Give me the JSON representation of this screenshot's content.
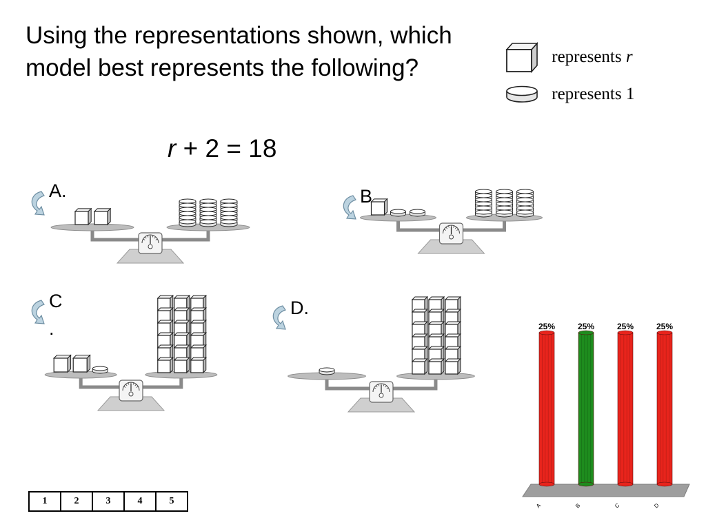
{
  "question": {
    "text": "Using the representations shown, which model best represents the following?",
    "eq_var": "r",
    "eq_rest": " + 2 = 18"
  },
  "legend": [
    {
      "icon": "cube-icon",
      "text": "represents",
      "var": "r"
    },
    {
      "icon": "disc-icon",
      "text": "represents 1",
      "var": ""
    }
  ],
  "choices": [
    {
      "label": "A.",
      "cubes_left": 2,
      "discs_left": 0,
      "stacks_right": 3,
      "right_item": "disc"
    },
    {
      "label": "B.",
      "cubes_left": 1,
      "discs_left": 2,
      "stacks_right": 3,
      "right_item": "disc"
    },
    {
      "label": "C",
      "label_extra": ".",
      "cubes_left": 2,
      "discs_left": 1,
      "stacks_right": 3,
      "right_item": "cube"
    },
    {
      "label": "D.",
      "cubes_left": 0,
      "discs_left": 1,
      "stacks_right": 3,
      "right_item": "cube"
    }
  ],
  "pager": [
    "1",
    "2",
    "3",
    "4",
    "5"
  ],
  "chart_data": {
    "type": "bar",
    "categories": [
      "A",
      "B",
      "C",
      "D"
    ],
    "values": [
      25,
      25,
      25,
      25
    ],
    "value_labels": [
      "25%",
      "25%",
      "25%",
      "25%"
    ],
    "ylim": [
      0,
      25
    ],
    "colors": [
      "#e8241c",
      "#1e8c1e",
      "#e8241c",
      "#e8241c"
    ],
    "grid": false,
    "legend": "none"
  }
}
